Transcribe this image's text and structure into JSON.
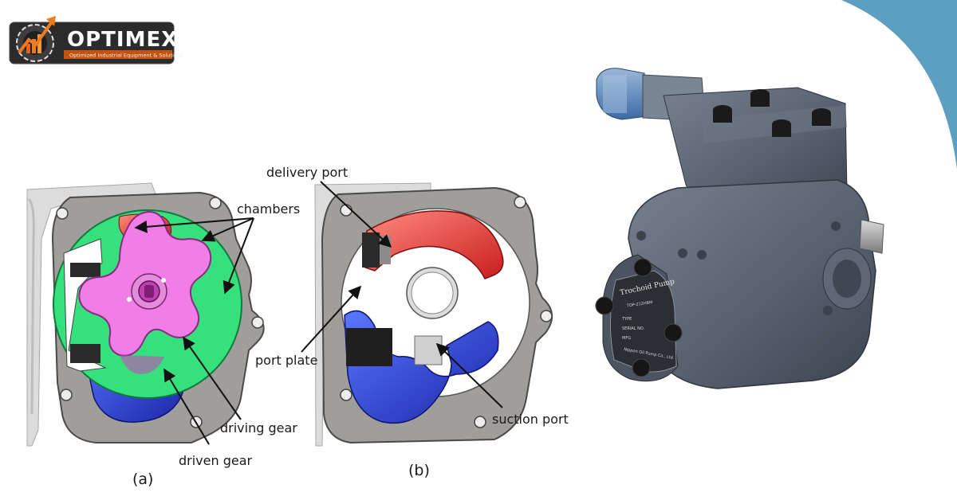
{
  "logo": {
    "name": "OPTIMEX",
    "tagline": "Optimized Industrial Equipment & Solutions"
  },
  "figure_a": {
    "labels": {
      "chambers": "chambers",
      "driving_gear": "driving gear",
      "driven_gear": "driven gear"
    },
    "caption": "(a)"
  },
  "figure_b": {
    "labels": {
      "delivery_port": "delivery port",
      "port_plate": "port plate",
      "suction_port": "suction port"
    },
    "caption": "(b)"
  },
  "pump_photo": {
    "nameplate_title": "Trochoid Pump",
    "nameplate_model": "TOP-212HBM",
    "nameplate_fields": [
      "TYPE",
      "SERIAL NO.",
      "MFG"
    ],
    "nameplate_maker": "Nippon Oil Pump Co., Ltd."
  },
  "colors": {
    "accent_corner": "#5d9fc0",
    "housing": "#9a9894",
    "gear_ring": "#33e07a",
    "rotor": "#ef7fe5",
    "delivery": "#e23030",
    "suction": "#2336c8",
    "pump_body": "#5a6472"
  }
}
